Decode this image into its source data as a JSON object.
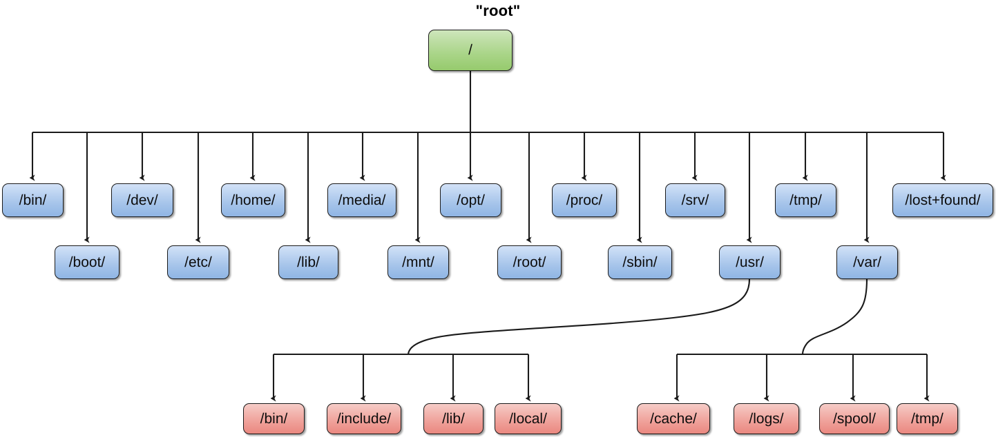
{
  "diagram": {
    "title": "\"root\"",
    "background_color": "#ffffff",
    "line_color": "#1a1a1a",
    "colors": {
      "root_fill_top": "#cfe6bc",
      "root_fill_bottom": "#96ca6d",
      "level1_fill_top": "#d3e2f7",
      "level1_fill_bottom": "#8fb5e4",
      "level2_fill_top": "#f6cdc8",
      "level2_fill_bottom": "#ea8880",
      "border": "#1a1a1a",
      "text": "#0d0d0d"
    }
  },
  "root": {
    "label": "/",
    "caption": "\"root\""
  },
  "level1": {
    "row_a": [
      {
        "label": "/bin/"
      },
      {
        "label": "/dev/"
      },
      {
        "label": "/home/"
      },
      {
        "label": "/media/"
      },
      {
        "label": "/opt/"
      },
      {
        "label": "/proc/"
      },
      {
        "label": "/srv/"
      },
      {
        "label": "/tmp/"
      },
      {
        "label": "/lost+found/"
      }
    ],
    "row_b": [
      {
        "label": "/boot/"
      },
      {
        "label": "/etc/"
      },
      {
        "label": "/lib/"
      },
      {
        "label": "/mnt/"
      },
      {
        "label": "/root/"
      },
      {
        "label": "/sbin/"
      },
      {
        "label": "/usr/"
      },
      {
        "label": "/var/"
      }
    ]
  },
  "level2": {
    "usr_children": [
      {
        "label": "/bin/"
      },
      {
        "label": "/include/"
      },
      {
        "label": "/lib/"
      },
      {
        "label": "/local/"
      }
    ],
    "var_children": [
      {
        "label": "/cache/"
      },
      {
        "label": "/logs/"
      },
      {
        "label": "/spool/"
      },
      {
        "label": "/tmp/"
      }
    ]
  }
}
